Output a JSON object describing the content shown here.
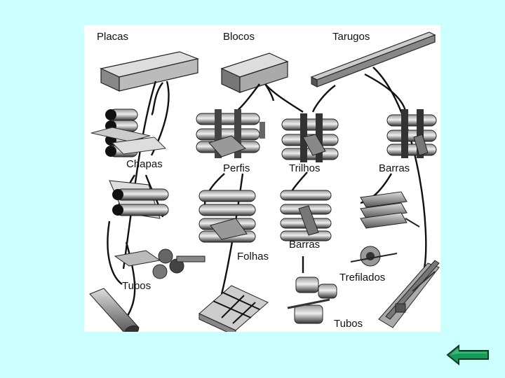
{
  "labels": {
    "placas": "Placas",
    "blocos": "Blocos",
    "tarugos": "Tarugos",
    "chapas": "Chapas",
    "perfis": "Perfis",
    "trilhos": "Trilhos",
    "barras_top": "Barras",
    "folhas": "Folhas",
    "barras_mid": "Barras",
    "tubos_left": "Tubos",
    "trefilados": "Trefilados",
    "tubos_bottom": "Tubos"
  },
  "colors": {
    "background": "#ccffff",
    "panel": "#ffffff",
    "ink": "#1a1a1a",
    "back_button_fill": "#1a9a5a"
  },
  "navigation": {
    "back_icon": "arrow-left-icon"
  }
}
